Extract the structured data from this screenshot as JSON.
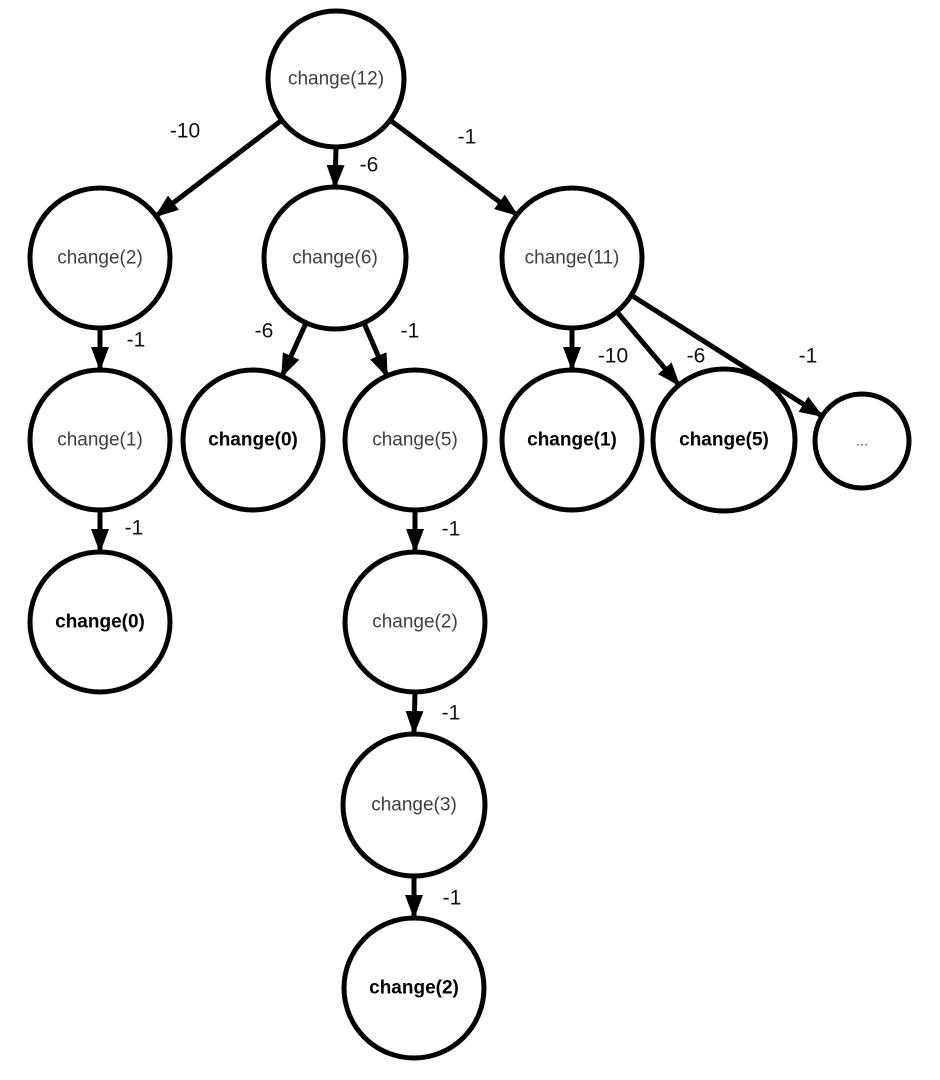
{
  "diagram": {
    "type": "recursion-tree",
    "colors": {
      "background": "#ffffff",
      "stroke": "#000000",
      "node_text": "#3f3f3f",
      "bold_node_text": "#000000",
      "edge_label_text": "#111111"
    },
    "nodes": [
      {
        "id": "change12-root",
        "label": "change(12)",
        "bold": false
      },
      {
        "id": "change2-left",
        "label": "change(2)",
        "bold": false
      },
      {
        "id": "change6-mid",
        "label": "change(6)",
        "bold": false
      },
      {
        "id": "change11-right",
        "label": "change(11)",
        "bold": false
      },
      {
        "id": "change1-left",
        "label": "change(1)",
        "bold": false
      },
      {
        "id": "change0-mid",
        "label": "change(0)",
        "bold": true
      },
      {
        "id": "change5-mid",
        "label": "change(5)",
        "bold": false
      },
      {
        "id": "change1-right",
        "label": "change(1)",
        "bold": true
      },
      {
        "id": "change5-right",
        "label": "change(5)",
        "bold": true
      },
      {
        "id": "ellipsis",
        "label": "...",
        "bold": false
      },
      {
        "id": "change0-left",
        "label": "change(0)",
        "bold": true
      },
      {
        "id": "change2-chain1",
        "label": "change(2)",
        "bold": false
      },
      {
        "id": "change3-chain",
        "label": "change(3)",
        "bold": false
      },
      {
        "id": "change2-chain2",
        "label": "change(2)",
        "bold": true
      }
    ],
    "edges": [
      {
        "from": "change12-root",
        "to": "change2-left",
        "label": "-10"
      },
      {
        "from": "change12-root",
        "to": "change6-mid",
        "label": "-6"
      },
      {
        "from": "change12-root",
        "to": "change11-right",
        "label": "-1"
      },
      {
        "from": "change2-left",
        "to": "change1-left",
        "label": "-1"
      },
      {
        "from": "change6-mid",
        "to": "change0-mid",
        "label": "-6"
      },
      {
        "from": "change6-mid",
        "to": "change5-mid",
        "label": "-1"
      },
      {
        "from": "change11-right",
        "to": "change1-right",
        "label": "-10"
      },
      {
        "from": "change11-right",
        "to": "change5-right",
        "label": "-6"
      },
      {
        "from": "change11-right",
        "to": "ellipsis",
        "label": "-1"
      },
      {
        "from": "change1-left",
        "to": "change0-left",
        "label": "-1"
      },
      {
        "from": "change5-mid",
        "to": "change2-chain1",
        "label": "-1"
      },
      {
        "from": "change2-chain1",
        "to": "change3-chain",
        "label": "-1"
      },
      {
        "from": "change3-chain",
        "to": "change2-chain2",
        "label": "-1"
      }
    ]
  }
}
